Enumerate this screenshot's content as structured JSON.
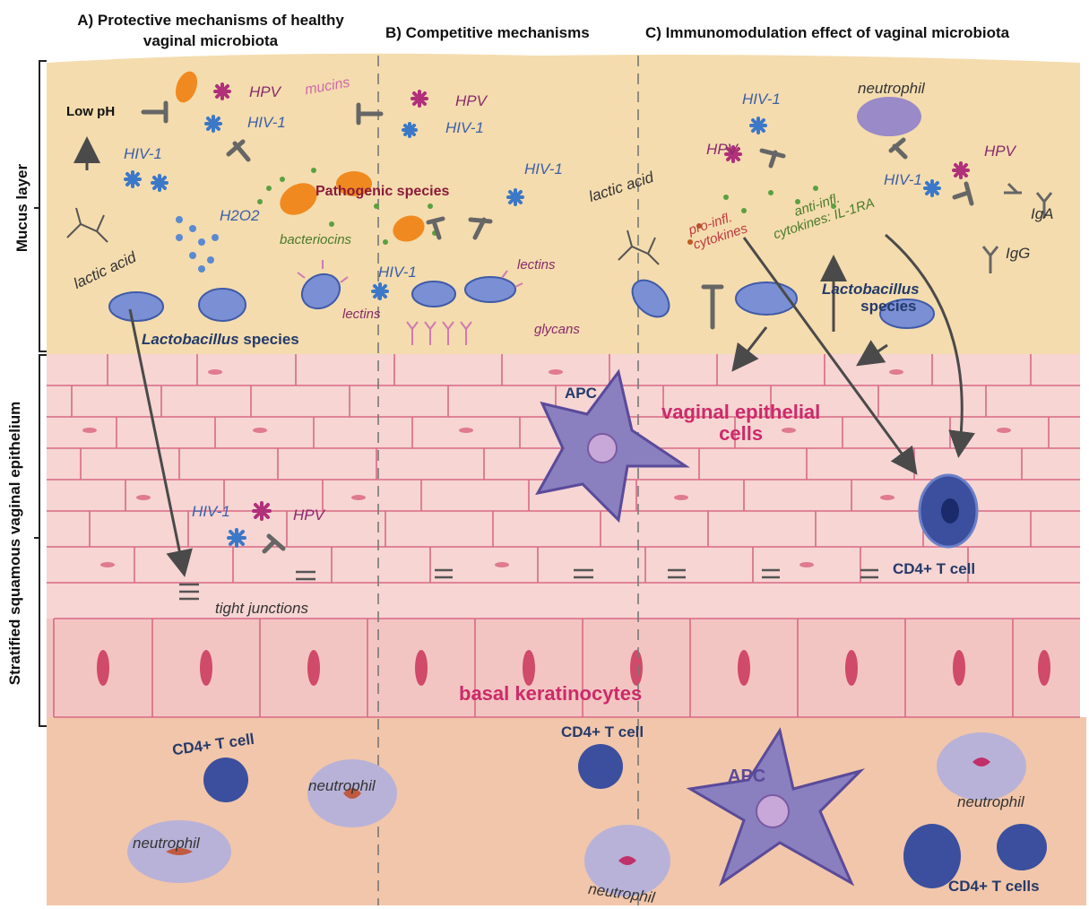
{
  "headers": {
    "a_line1": "A) Protective mechanisms of healthy",
    "a_line2": "vaginal microbiota",
    "b": "B) Competitive mechanisms",
    "c": "C) Immunomodulation effect of vaginal microbiota"
  },
  "side_labels": {
    "mucus": "Mucus layer",
    "epithelium": "Stratified squamous vaginal epithelium"
  },
  "labels": {
    "low_ph": "Low pH",
    "hpv": "HPV",
    "hiv1": "HIV-1",
    "mucins": "mucins",
    "h2o2": "H2O2",
    "lactic_acid": "lactic acid",
    "bacteriocins": "bacteriocins",
    "pathogenic_species": "Pathogenic species",
    "lectins": "lectins",
    "glycans": "glycans",
    "lactobacillus": "Lactobacillus",
    "species": "species",
    "neutrophil": "neutrophil",
    "pro_infl_1": "pro-infl.",
    "pro_infl_2": "cytokines",
    "anti_infl_1": "anti-infl.",
    "anti_infl_2": "cytokines: IL-1RA",
    "iga": "IgA",
    "igg": "IgG",
    "apc": "APC",
    "vaginal_epithelial_1": "vaginal epithelial",
    "vaginal_epithelial_2": "cells",
    "cd4_t_cell": "CD4+ T cell",
    "cd4_t_cells": "CD4+ T cells",
    "tight_junctions": "tight junctions",
    "basal_keratinocytes": "basal keratinocytes"
  },
  "colors": {
    "mucus": "#f4dcae",
    "epithelium": "#f6d2d2",
    "basal": "#f3c1be",
    "lamina": "#f2c4a8",
    "cell_outline": "#d85a78",
    "lactobacillus": "#7a8fd4",
    "apc": "#8a7fbf",
    "tcell": "#3b4f9e",
    "neutrophil": "#b9b2d8",
    "pathogenic": "#f08a20",
    "hiv": "#3c78c8",
    "hpv": "#b0307a",
    "bacteriocin": "#5aa040",
    "antibody": "#666666"
  }
}
